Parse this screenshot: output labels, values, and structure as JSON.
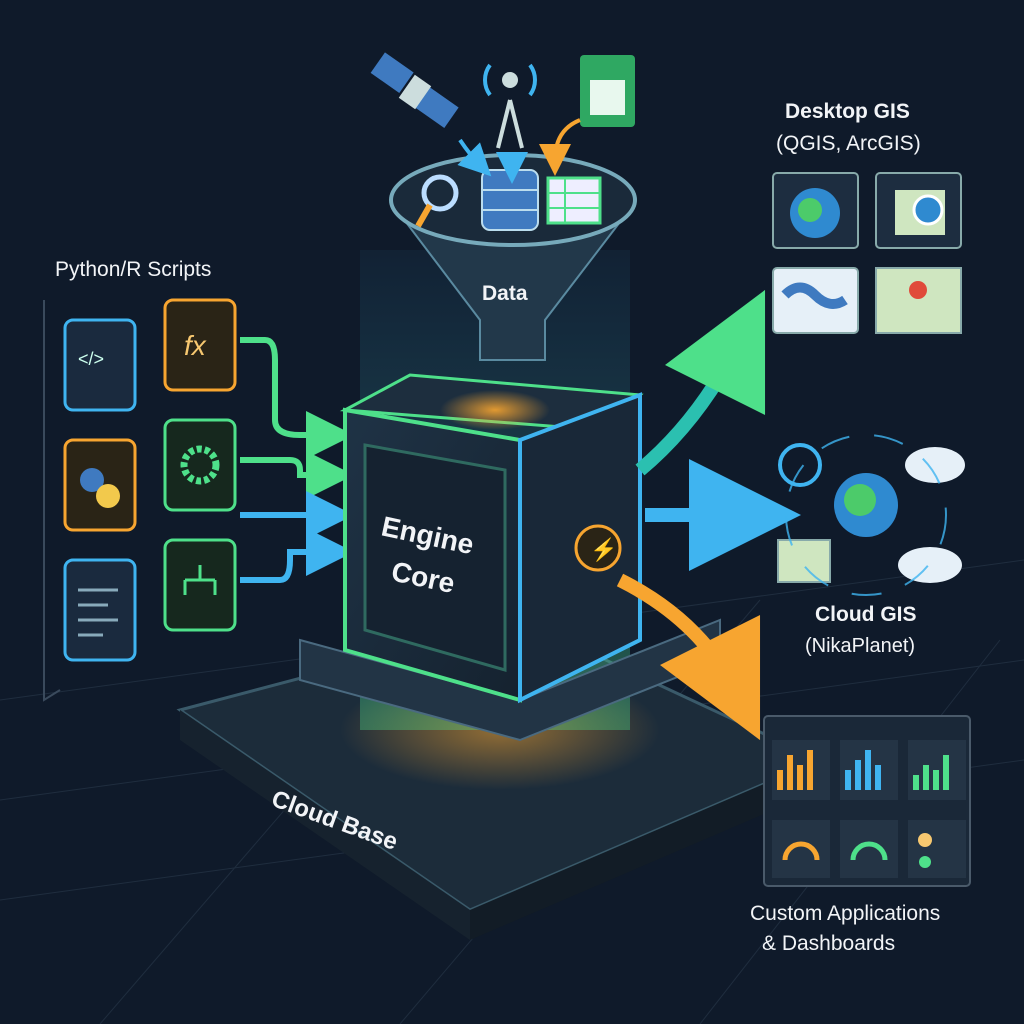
{
  "labels": {
    "scripts": "Python/R Scripts",
    "data": "Data",
    "engine_line1": "Engine",
    "engine_line2": "Core",
    "cloud_base": "Cloud Base",
    "desktop_title": "Desktop GIS",
    "desktop_sub": "(QGIS, ArcGIS)",
    "cloud_gis_title": "Cloud GIS",
    "cloud_gis_sub": "(NikaPlanet)",
    "apps_line1": "Custom Applications",
    "apps_line2": "& Dashboards"
  },
  "colors": {
    "background": "#0f1a2a",
    "green": "#4ee08a",
    "blue": "#3fb4f0",
    "orange": "#f7a530",
    "teal": "#2bc0b0"
  },
  "icons": {
    "inputs": [
      "satellite-icon",
      "antenna-icon",
      "spreadsheet-icon"
    ],
    "funnel": [
      "search-icon",
      "database-icon",
      "table-icon"
    ],
    "scripts": [
      "code-icon",
      "function-icon",
      "python-icon",
      "gear-icon",
      "script-icon",
      "hierarchy-icon"
    ]
  }
}
